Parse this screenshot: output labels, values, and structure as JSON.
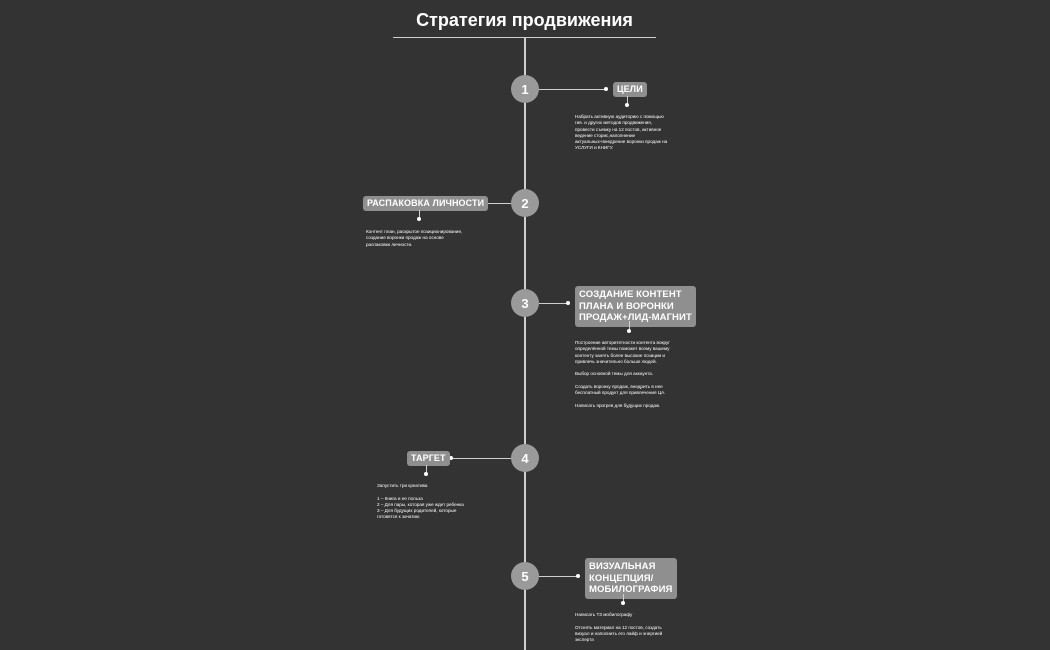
{
  "title": "Стратегия продвижения",
  "colors": {
    "background": "#333333",
    "node_fill": "#9a9a9a",
    "label_fill": "#8f8f8f",
    "line": "#cfcfcf",
    "text": "#ffffff"
  },
  "steps": [
    {
      "number": "1",
      "label": "ЦЕЛИ",
      "description": "Набрать активную аудиторию с помощью\nгив. и других методов продвижения,\nпровести съемку на 12 постов, активное\nведение сторис,наполнение\nактуальных+внедрение воронки продаж на\nУСЛУГИ и КНИГУ."
    },
    {
      "number": "2",
      "label": "РАСПАКОВКА ЛИЧНОСТИ",
      "description": "Контент план, раскрытое позиционирование,\nсоздание воронки продаж на основе\nраспаковки личности."
    },
    {
      "number": "3",
      "label": "СОЗДАНИЕ КОНТЕНТ\nПЛАНА И ВОРОНКИ\nПРОДАЖ+ЛИД-МАГНИТ",
      "description": "Построение авторитетности контента вокруг\nопределённой темы поможет всему вашему\nконтенту занять более высокие позиции и\nпривлечь значительно больше людей.\n\nВыбор основной темы для аккаунта.\n\nСоздать воронку продаж, внедрить в нее\nбесплатный продукт для привлечения ЦА.\n\nНаписать прогрев для будущих продаж."
    },
    {
      "number": "4",
      "label": "ТАРГЕТ",
      "description": "Запустить три креатива\n\n1 – Книга и ее польза\n2 – Для пары, которая уже ждет ребенка\n3 – Для будущих родителей, которые\nготовятся к зачатию"
    },
    {
      "number": "5",
      "label": "ВИЗУАЛЬНАЯ\nКОНЦЕПЦИЯ/\nМОБИЛОГРАФИЯ",
      "description": "Написать ТЗ мобилографу\n\nОтснять материал на 12 постов, создать\nвизуал и наполнить его лайф и энергией\nэксперта"
    }
  ]
}
